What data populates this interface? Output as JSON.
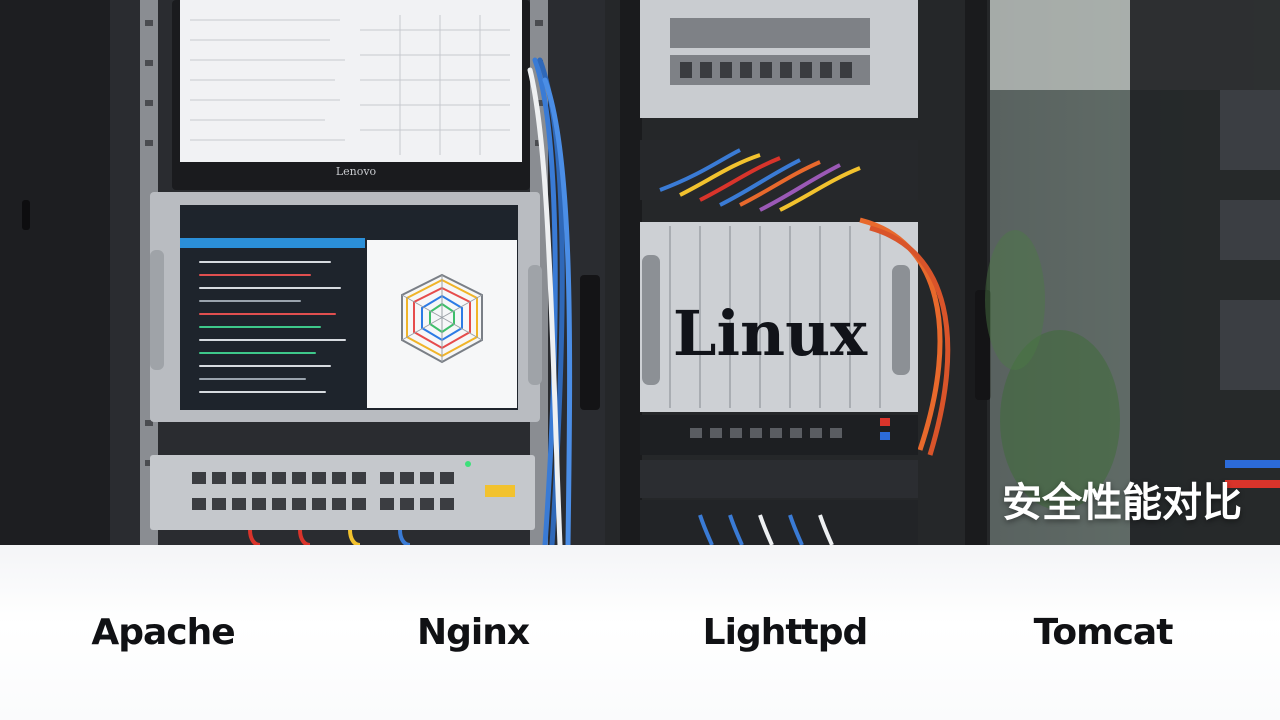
{
  "slide": {
    "title": "安全性能对比",
    "items": [
      {
        "label": "Apache"
      },
      {
        "label": "Nginx"
      },
      {
        "label": "Lighttpd"
      },
      {
        "label": "Tomcat"
      }
    ]
  },
  "photo": {
    "chassis_text": "Linux",
    "monitor_brand": "Lenovo"
  },
  "colors": {
    "title_text": "#ffffff",
    "label_text": "#101114",
    "rack_dark": "#2a2c30",
    "cable_blue": "#3a7bd5",
    "cable_orange": "#e8692c",
    "cable_yellow": "#f2c22e",
    "cable_red": "#d9342b"
  }
}
